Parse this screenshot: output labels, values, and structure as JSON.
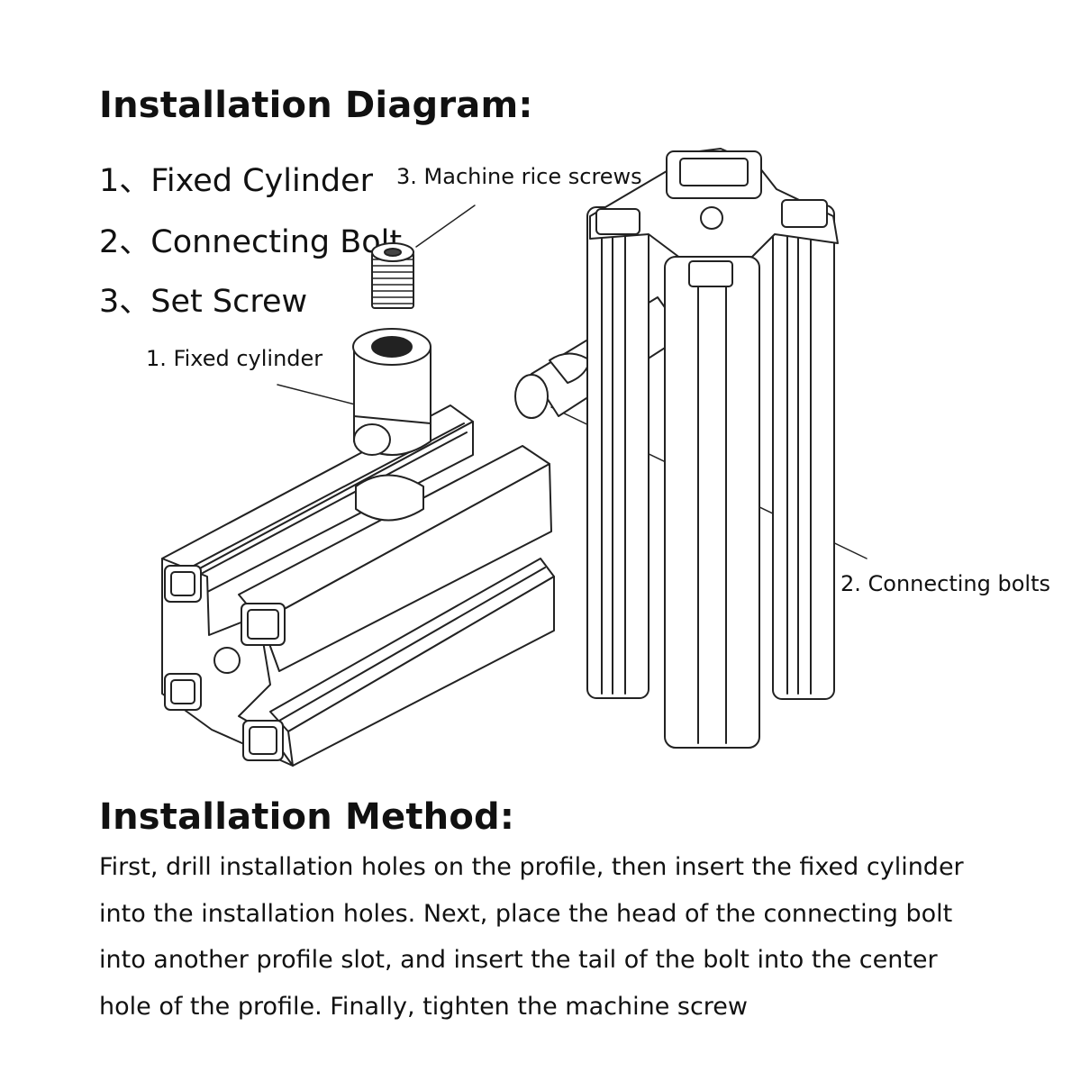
{
  "diagram_title": "Installation Diagram:",
  "parts_list": [
    "1、Fixed Cylinder",
    "2、Connecting Bolt",
    "3、Set Screw"
  ],
  "callouts": {
    "machine_screws": "3. Machine rice screws",
    "fixed_cylinder": "1. Fixed cylinder",
    "connecting_bolts": "2. Connecting bolts"
  },
  "method_title": "Installation Method:",
  "method_lines": [
    "First, drill installation holes on the profile, then insert the fixed cylinder",
    " into the installation holes. Next, place the head of the connecting bolt",
    " into another profile slot, and insert the tail of the bolt into the center",
    " hole of the profile. Finally, tighten the machine screw"
  ]
}
